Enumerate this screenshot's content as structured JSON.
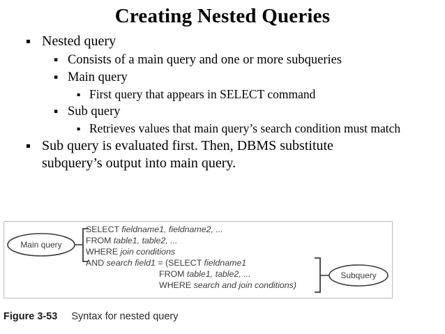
{
  "slide": {
    "title": "Creating Nested Queries",
    "bullet_glyph": "▪",
    "bullets": [
      {
        "level": 1,
        "text": "Nested query"
      },
      {
        "level": 2,
        "text": "Consists of a main query and one or more subqueries"
      },
      {
        "level": 2,
        "text": "Main query"
      },
      {
        "level": 3,
        "text": "First query that appears in SELECT command"
      },
      {
        "level": 2,
        "text": "Sub query"
      },
      {
        "level": 3,
        "text": "Retrieves values that main query’s search condition must match"
      },
      {
        "level": 1,
        "text": "Sub query is evaluated first. Then, DBMS substitute subquery’s output into main query."
      }
    ]
  },
  "figure": {
    "main_query_label": "Main query",
    "subquery_label": "Subquery",
    "main_query_lines": [
      {
        "keyword": "SELECT ",
        "placeholder": "fieldname1, fieldname2, ..."
      },
      {
        "keyword": "FROM ",
        "placeholder": "table1, table2, ..."
      },
      {
        "keyword": "WHERE ",
        "placeholder": "join conditions"
      }
    ],
    "and_line": {
      "keyword": "AND ",
      "placeholder1": "search field1",
      "middle": " = (SELECT ",
      "placeholder2": "fieldname1"
    },
    "subquery_lines": [
      {
        "keyword": "FROM ",
        "placeholder": "table1, table2, ..."
      },
      {
        "keyword": "WHERE ",
        "placeholder": "search and join conditions)"
      }
    ],
    "caption_label": "Figure 3-53",
    "caption_text": "Syntax for nested query"
  },
  "colors": {
    "text": "#000000",
    "figure_text": "#3b3b3b",
    "figure_border": "#b9b9b9",
    "background": "#ffffff"
  }
}
